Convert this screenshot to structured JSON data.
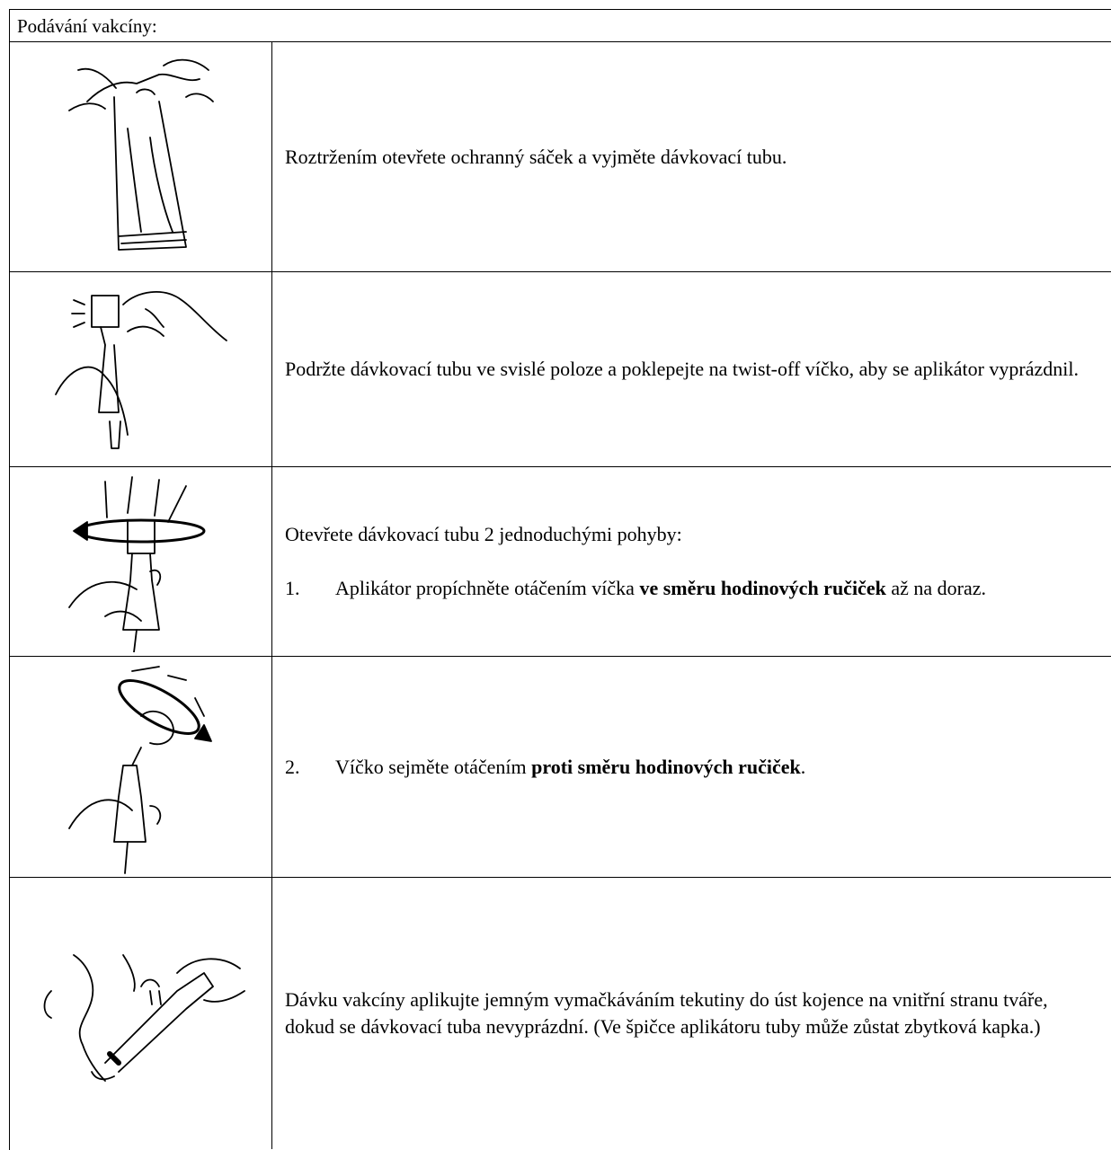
{
  "header": "Podávání vakcíny:",
  "rows": [
    {
      "icon": "tear-pouch-icon",
      "text": "Roztržením otevřete ochranný sáček a vyjměte dávkovací tubu."
    },
    {
      "icon": "tap-tube-icon",
      "text": "Podržte dávkovací tubu ve svislé poloze a poklepejte na twist-off víčko, aby se aplikátor vyprázdnil."
    },
    {
      "icon": "twist-clockwise-icon",
      "intro": "Otevřete dávkovací tubu 2 jednoduchými pohyby:",
      "step_num": "1.",
      "step_pre": "Aplikátor propíchněte otáčením víčka ",
      "step_bold": "ve směru hodinových ručiček",
      "step_post": " až na doraz."
    },
    {
      "icon": "twist-counterclockwise-icon",
      "step_num": "2.",
      "step_pre": "Víčko sejměte otáčením ",
      "step_bold": "proti směru hodinových ručiček",
      "step_post": "."
    },
    {
      "icon": "administer-mouth-icon",
      "text": "Dávku vakcíny aplikujte jemným vymačkáváním tekutiny do úst kojence na vnitřní stranu tváře, dokud se dávkovací tuba nevyprázdní. (Ve špičce aplikátoru tuby může zůstat zbytková kapka.)"
    }
  ]
}
